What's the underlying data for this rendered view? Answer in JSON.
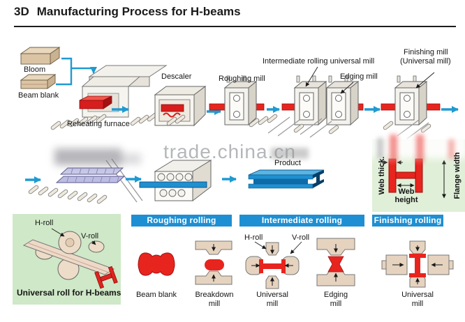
{
  "title": {
    "prefix": "3D",
    "text": "Manufacturing Process for H-beams"
  },
  "watermark": "trade.china.cn",
  "top_row": {
    "bloom": "Bloom",
    "beam_blank": "Beam blank",
    "reheating_furnace": "Reheating furnace",
    "descaler": "Descaler",
    "roughing_mill": "Roughing mill",
    "intermediate_mill": "Intermediate rolling universal mill",
    "edging_mill": "Edging mill",
    "finishing_mill_line1": "Finishing mill",
    "finishing_mill_line2": "(Universal mill)"
  },
  "middle_row": {
    "product": "Product"
  },
  "dimensions": {
    "web_thickness": "Web thick.",
    "web_height": "Web height",
    "flange_width": "Flange width"
  },
  "universal_roll_box": {
    "h_roll": "H-roll",
    "v_roll": "V-roll",
    "caption": "Universal roll for H-beams"
  },
  "bottom": {
    "roughing_header": "Roughing rolling",
    "intermediate_header": "Intermediate rolling",
    "finishing_header": "Finishing rolling",
    "beam_blank": "Beam blank",
    "breakdown_mill": "Breakdown mill",
    "h_roll": "H-roll",
    "v_roll": "V-roll",
    "universal_mill_intermediate": "Universal mill",
    "edging_mill": "Edging mill",
    "universal_mill_finishing": "Universal mill"
  },
  "colors": {
    "accent_blue": "#1f9ad2",
    "header_blue": "#1e8fd2",
    "hot_red": "#e8241f",
    "pale_green": "#cfe8c7",
    "tan": "#ddc6a8",
    "product_blue": "#1f8fd0"
  }
}
